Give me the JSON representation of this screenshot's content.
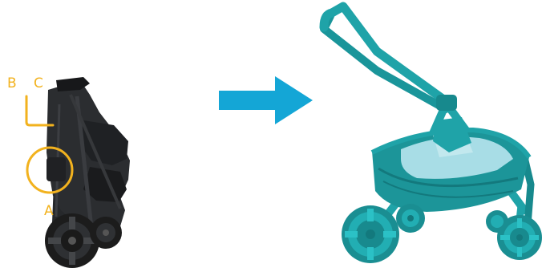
{
  "labels": {
    "a": "A",
    "b": "B",
    "c": "C"
  },
  "colors": {
    "highlight": "#F2B21E",
    "arrow": "#14A6D6",
    "stroller_teal": "#1FA3A8",
    "stroller_teal_dark": "#13797D",
    "folded_frame": "#2B2D30",
    "folded_dark": "#17181A",
    "basket_fabric": "#A8DDE6",
    "wheel_tread": "#1C1C1C"
  },
  "icons": {
    "left": "folded-stroller-icon",
    "center": "right-arrow-icon",
    "right": "unfolded-stroller-icon"
  }
}
